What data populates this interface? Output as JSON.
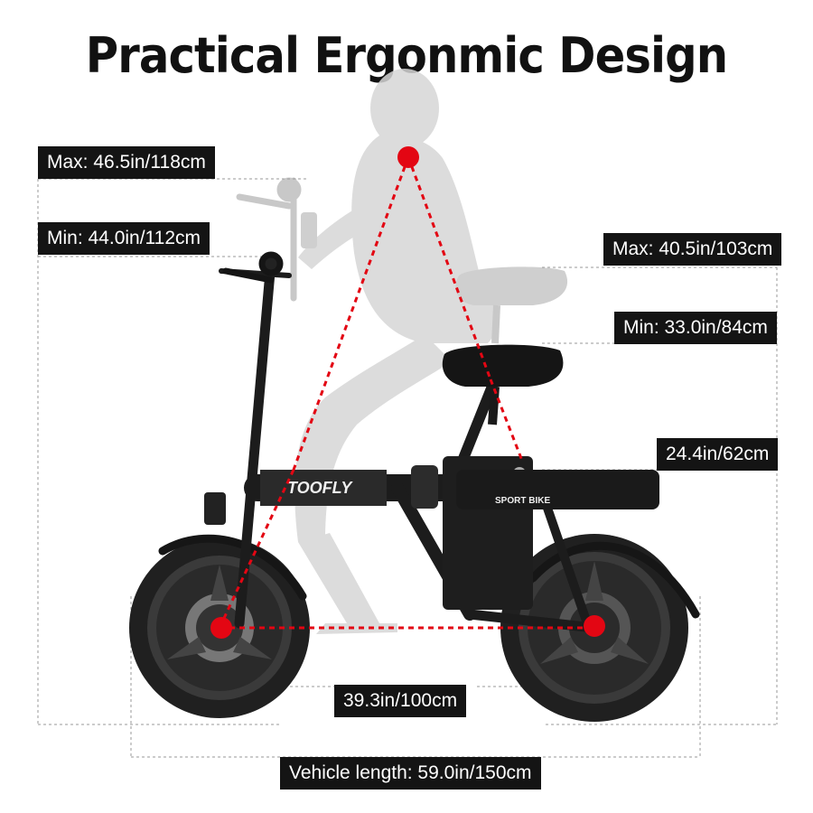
{
  "title": "Practical Ergonmic Design",
  "labels": {
    "handlebar_max": "Max: 46.5in/118cm",
    "handlebar_min": "Min: 44.0in/112cm",
    "seat_max": "Max: 40.5in/103cm",
    "seat_min": "Min: 33.0in/84cm",
    "rear_rack": "24.4in/62cm",
    "wheelbase": "39.3in/100cm",
    "vehicle_length": "Vehicle length: 59.0in/150cm"
  },
  "bike": {
    "brand_logo": "TOOFLY",
    "battery_text": "SPORT BIKE"
  },
  "colors": {
    "accent_red": "#e30613",
    "label_bg": "#141414",
    "frame": "#1c1c1c",
    "ghost": "#d3d3d3"
  }
}
